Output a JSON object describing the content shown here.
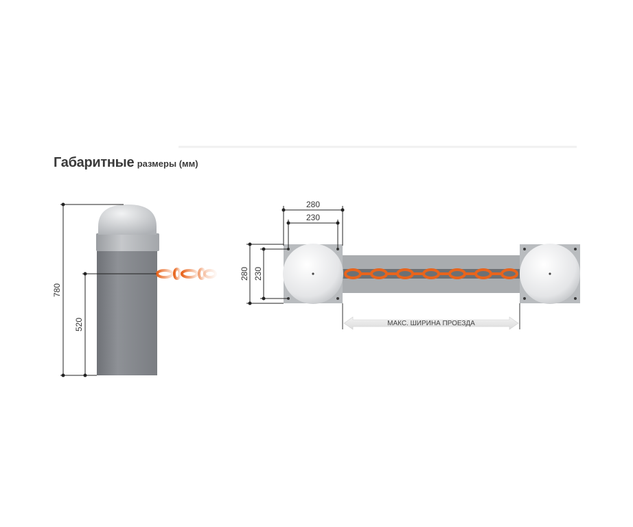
{
  "title": {
    "main": "Габаритные",
    "sub": "размеры (мм)"
  },
  "side_view": {
    "height_total": "780",
    "chain_height": "520"
  },
  "top_view": {
    "plate_outer": "280",
    "plate_inner": "230",
    "plate_outer_vertical": "280",
    "plate_inner_vertical": "230",
    "passage_label": "МАКС. ШИРИНА ПРОЕЗДА"
  },
  "colors": {
    "post": "#8a8d92",
    "cap": "#c9cbce",
    "chain": "#e8641c",
    "plate": "#b6b9bc",
    "dimension": "#222222"
  }
}
